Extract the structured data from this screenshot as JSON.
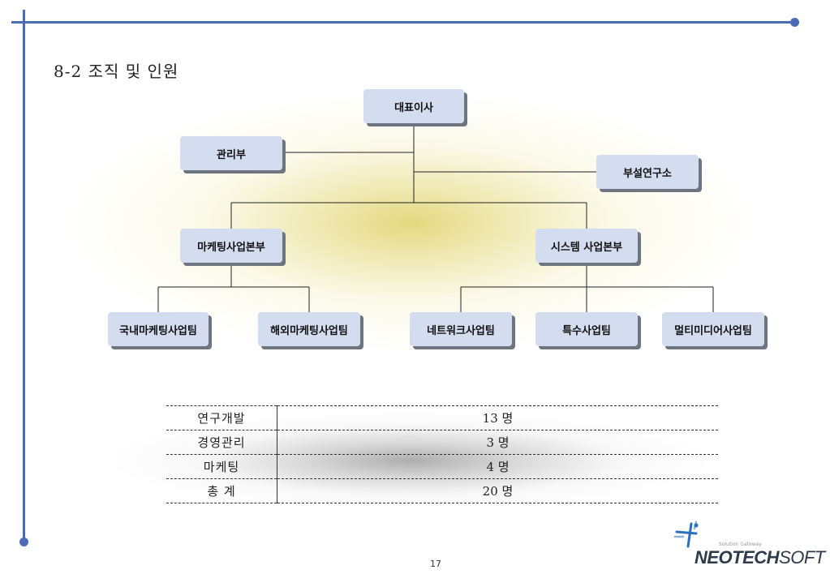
{
  "page": {
    "title": "8-2 조직 및 인원",
    "page_number": "17"
  },
  "org_chart": {
    "ceo": "대표이사",
    "admin": "관리부",
    "research_lab": "부설연구소",
    "marketing_division": "마케팅사업본부",
    "system_division": "시스템 사업본부",
    "domestic_marketing": "국내마케팅사업팀",
    "overseas_marketing": "해외마케팅사업팀",
    "network": "네트워크사업팀",
    "special": "특수사업팀",
    "multimedia": "멀티미디어사업팀"
  },
  "staff_table": {
    "rows": [
      {
        "category": "연구개발",
        "count": "13 명"
      },
      {
        "category": "경영관리",
        "count": "3 명"
      },
      {
        "category": "마케팅",
        "count": "4 명"
      },
      {
        "category": "총 계",
        "count": "20 명"
      }
    ]
  },
  "logo": {
    "tagline": "Solution Gateway",
    "word_bold": "NEOTECH",
    "word_light": "SOFT"
  },
  "colors": {
    "frame": "#4a6bb5",
    "node_fill": "#d4dcef",
    "node_shadow": "#6f7580",
    "logo_blue": "#2b6fc0",
    "logo_text": "#2e3b4a"
  }
}
